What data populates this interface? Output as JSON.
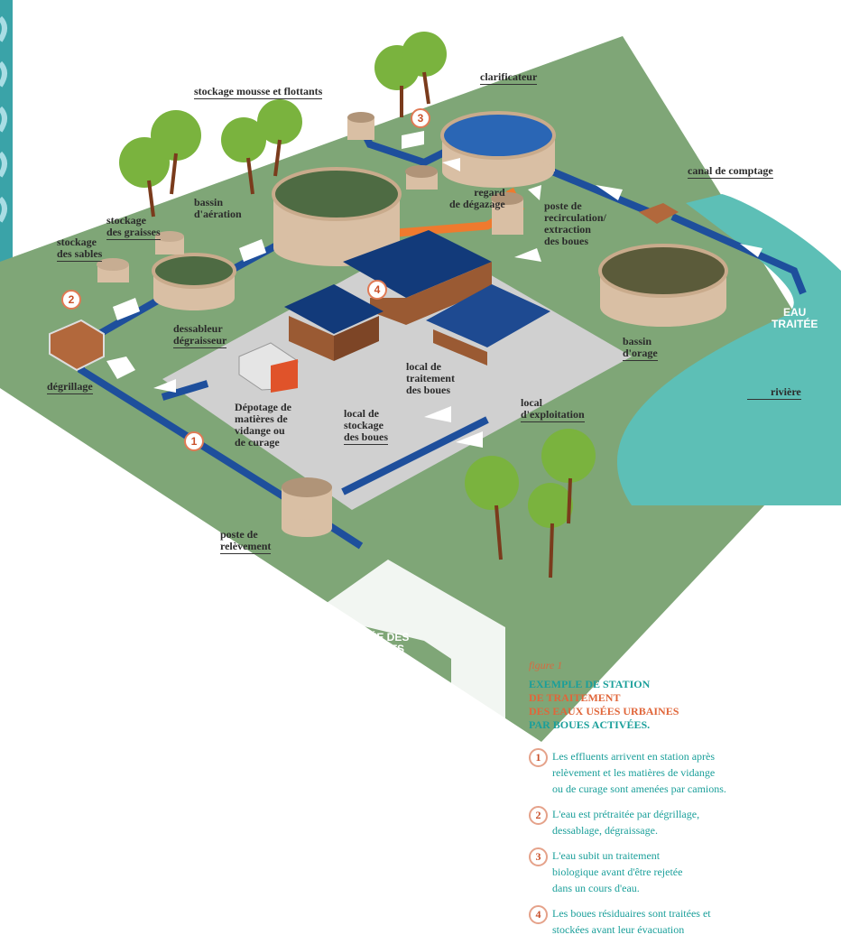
{
  "labels": {
    "stockage_mousse": "stockage mousse et flottants",
    "clarificateur": "clarificateur",
    "bassin_aeration_1": "bassin",
    "bassin_aeration_2": "d'aération",
    "stockage_graisses_1": "stockage",
    "stockage_graisses_2": "des graisses",
    "stockage_sables_1": "stockage",
    "stockage_sables_2": "des sables",
    "regard_1": "regard",
    "regard_2": "de dégazage",
    "poste_recirc_1": "poste de",
    "poste_recirc_2": "recirculation/",
    "poste_recirc_3": "extraction",
    "poste_recirc_4": "des boues",
    "canal_comptage": "canal de comptage",
    "eau_traitee_1": "EAU",
    "eau_traitee_2": "TRAITÉE",
    "dessableur_1": "dessableur",
    "dessableur_2": "dégraisseur",
    "degrillage": "dégrillage",
    "depotage_1": "Dépotage de",
    "depotage_2": "matières de",
    "depotage_3": "vidange ou",
    "depotage_4": "de curage",
    "local_stockage_1": "local de",
    "local_stockage_2": "stockage",
    "local_stockage_3": "des boues",
    "local_traitement_1": "local de",
    "local_traitement_2": "traitement",
    "local_traitement_3": "des boues",
    "local_exploitation_1": "local",
    "local_exploitation_2": "d'exploitation",
    "bassin_orage_1": "bassin",
    "bassin_orage_2": "d'orage",
    "riviere": "rivière",
    "poste_relevement_1": "poste de",
    "poste_relevement_2": "relèvement",
    "arrivee_1": "ARRIVÉE DES",
    "arrivee_2": "EFFLUENTS"
  },
  "markers": [
    "1",
    "2",
    "3",
    "4"
  ],
  "caption": {
    "figure": "figure 1",
    "title_1": "EXEMPLE DE STATION",
    "title_2": "DE TRAITEMENT",
    "title_3": "DES EAUX USÉES URBAINES",
    "title_4": "PAR BOUES ACTIVÉES.",
    "notes": [
      {
        "num": "1",
        "lines": [
          "Les effluents arrivent en station après",
          "relèvement et les matières de vidange",
          "ou de curage sont amenées par camions."
        ]
      },
      {
        "num": "2",
        "lines": [
          "L'eau est prétraitée par dégrillage,",
          "dessablage, dégraissage."
        ]
      },
      {
        "num": "3",
        "lines": [
          "L'eau subit un traitement",
          "biologique avant d'être rejetée",
          "dans un cours d'eau."
        ]
      },
      {
        "num": "4",
        "lines": [
          "Les boues résiduaires sont traitées et",
          "stockées avant leur évacuation"
        ]
      }
    ]
  },
  "colors": {
    "ground": "#7fa677",
    "river": "#5dbfb6",
    "pavement": "#cfcfcf",
    "pipe": "#1e4f9c",
    "roof": "#123a7a",
    "accent": "#e0663a",
    "teal": "#1a9f9a"
  }
}
